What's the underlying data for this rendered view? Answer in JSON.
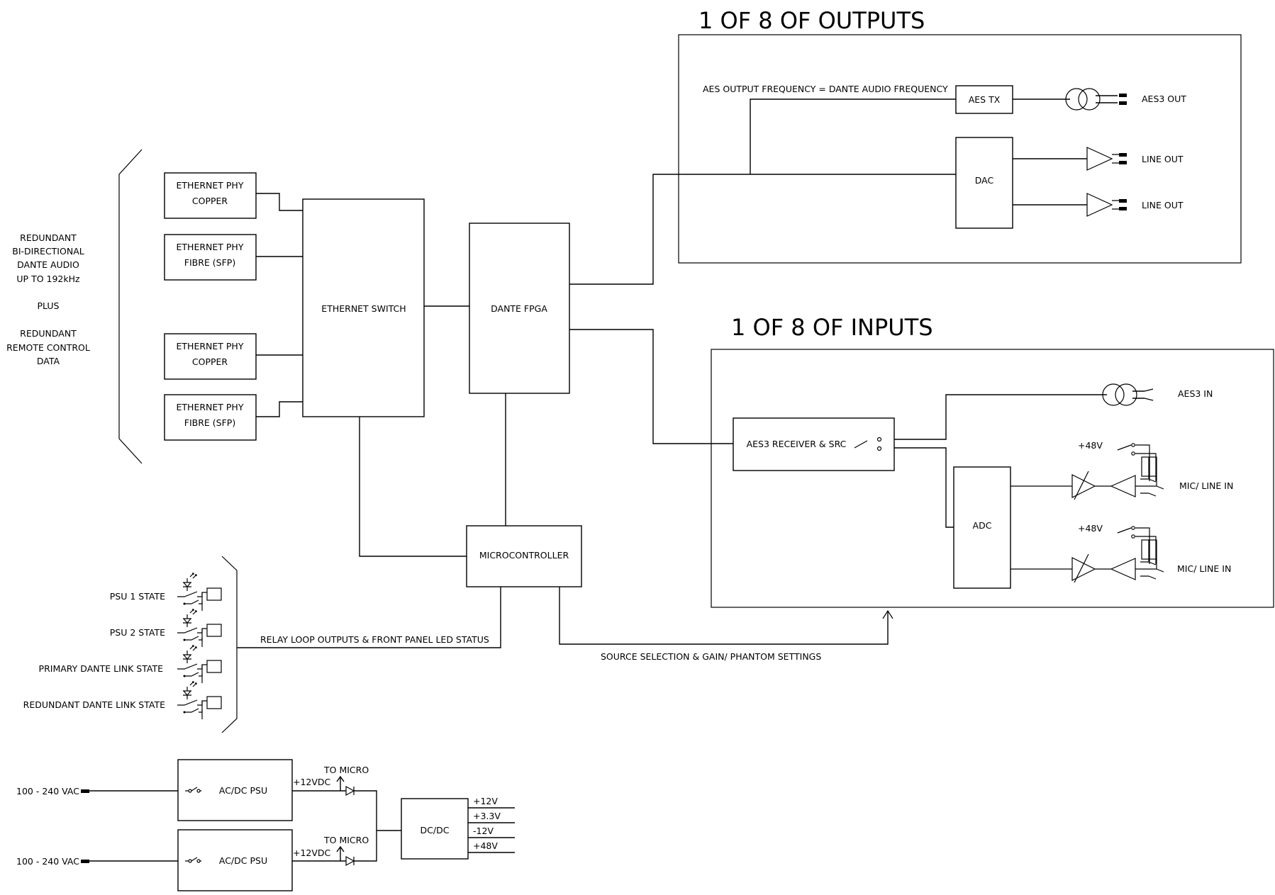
{
  "sections": {
    "outputs_title": "1 OF 8 OF OUTPUTS",
    "inputs_title": "1 OF 8 OF INPUTS"
  },
  "side_note": {
    "lines": [
      "REDUNDANT",
      "BI-DIRECTIONAL",
      "DANTE AUDIO",
      "UP TO 192kHz",
      "PLUS",
      "REDUNDANT",
      "REMOTE CONTROL",
      "DATA"
    ]
  },
  "blocks": {
    "phy1": [
      "ETHERNET PHY",
      "COPPER"
    ],
    "phy2": [
      "ETHERNET PHY",
      "FIBRE (SFP)"
    ],
    "phy3": [
      "ETHERNET PHY",
      "COPPER"
    ],
    "phy4": [
      "ETHERNET PHY",
      "FIBRE (SFP)"
    ],
    "switch": "ETHERNET SWITCH",
    "fpga": "DANTE FPGA",
    "micro": "MICROCONTROLLER",
    "aes_tx": "AES TX",
    "dac": "DAC",
    "aes_rx": "AES3 RECEIVER & SRC",
    "adc": "ADC",
    "psu1": "AC/DC PSU",
    "psu2": "AC/DC PSU",
    "dcdc": "DC/DC"
  },
  "outputs": {
    "freq_note": "AES OUTPUT FREQUENCY = DANTE AUDIO FREQUENCY",
    "aes_out": "AES3 OUT",
    "line_out_1": "LINE OUT",
    "line_out_2": "LINE OUT"
  },
  "inputs": {
    "aes_in": "AES3 IN",
    "phantom_1": "+48V",
    "phantom_2": "+48V",
    "mic_line_1": "MIC/ LINE IN",
    "mic_line_2": "MIC/ LINE IN"
  },
  "status": {
    "items": [
      "PSU 1 STATE",
      "PSU 2 STATE",
      "PRIMARY DANTE LINK STATE",
      "REDUNDANT DANTE LINK STATE"
    ],
    "relay_label": "RELAY LOOP OUTPUTS & FRONT PANEL LED STATUS",
    "source_label": "SOURCE SELECTION & GAIN/ PHANTOM SETTINGS"
  },
  "power": {
    "mains_1": "100 - 240 VAC",
    "mains_2": "100 - 240 VAC",
    "v12_1": "+12VDC",
    "v12_2": "+12VDC",
    "to_micro_1": "TO MICRO",
    "to_micro_2": "TO MICRO",
    "rails": [
      "+12V",
      "+3.3V",
      "-12V",
      "+48V"
    ]
  }
}
